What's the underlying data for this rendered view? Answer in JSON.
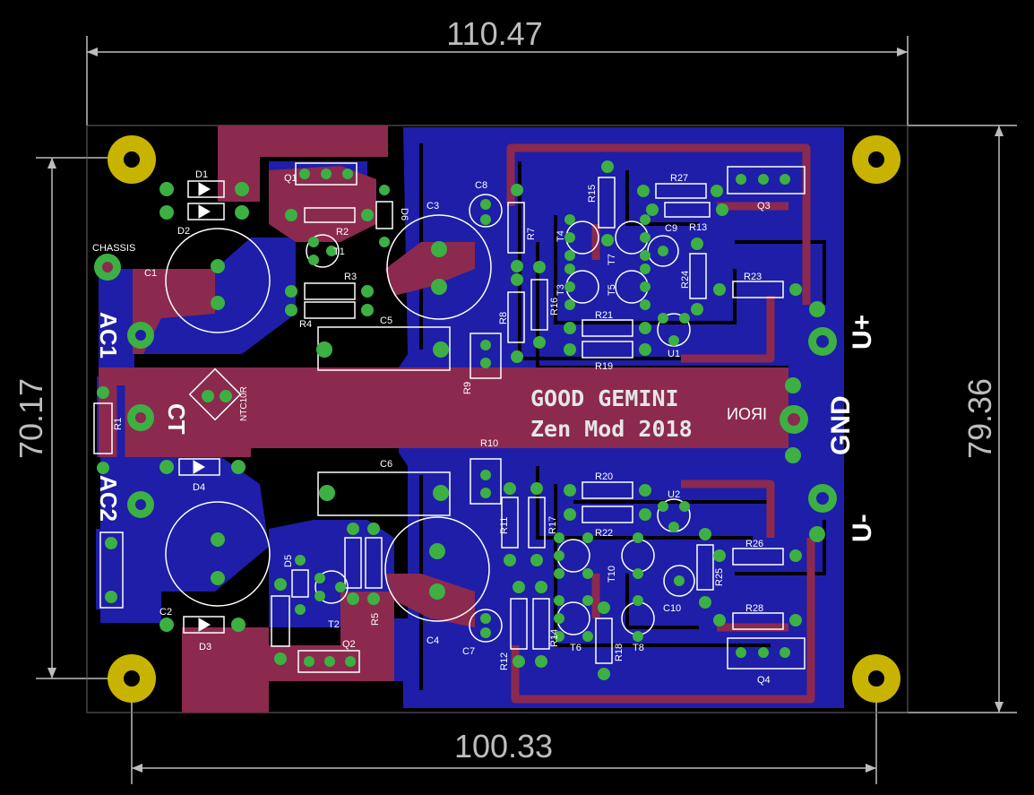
{
  "dimensions": {
    "top": "110.47",
    "bottom": "100.33",
    "left": "70.17",
    "right": "79.36"
  },
  "silkscreen": {
    "line1": "GOOD GEMINI",
    "line2": "Zen Mod 2018",
    "mirrored": "IRON"
  },
  "connectors": {
    "ac1": "AC1",
    "ac2": "AC2",
    "ct": "CT",
    "chassis": "CHASSIS",
    "gnd": "GND",
    "vplus": "U+",
    "vminus": "U-"
  },
  "components": {
    "caps": [
      "C1",
      "C2",
      "C3",
      "C4",
      "C5",
      "C6",
      "C7",
      "C8",
      "C9",
      "C10"
    ],
    "diodes": [
      "D1",
      "D2",
      "D3",
      "D4",
      "D5",
      "D6"
    ],
    "resistors_top": [
      "R2",
      "R3",
      "R4",
      "R7",
      "R8",
      "R9",
      "R13",
      "R15",
      "R16",
      "R19",
      "R21",
      "R23",
      "R24",
      "R27"
    ],
    "resistors_bottom": [
      "R1",
      "R5",
      "R10",
      "R11",
      "R12",
      "R14",
      "R17",
      "R18",
      "R20",
      "R22",
      "R25",
      "R26",
      "R28"
    ],
    "transistors": [
      "T1",
      "T2",
      "T3",
      "T4",
      "T5",
      "T6",
      "T7",
      "T8",
      "T10",
      "U1",
      "U2"
    ],
    "mosfets": [
      "Q1",
      "Q2",
      "Q3",
      "Q4"
    ],
    "thermistor": "NTC10R"
  },
  "colors": {
    "background": "#000000",
    "top_copper": "#8b2a4e",
    "bottom_copper": "#1e1ea8",
    "pad": "#3cb043",
    "mount_hole": "#c8b400",
    "dimension": "#bdbdbd"
  }
}
